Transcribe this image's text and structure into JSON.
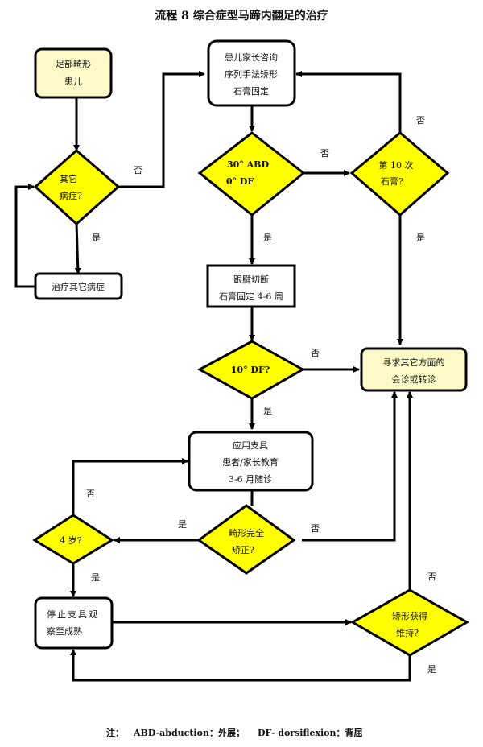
{
  "title": "流程 8  综合症型马蹄内翻足的治疗",
  "nodes": {
    "start": {
      "lines": [
        "足部畸形",
        "患儿"
      ]
    },
    "other_disease_q": {
      "lines": [
        "其它",
        "病症?"
      ]
    },
    "treat_other": {
      "lines": [
        "治疗其它病症"
      ]
    },
    "consult": {
      "lines": [
        "患儿家长咨询",
        "序列手法矫形",
        "石膏固定"
      ]
    },
    "abd_df_q": {
      "lines": [
        "30°  ABD",
        "0°  DF"
      ]
    },
    "tenth_cast_q": {
      "lines": [
        "第 10 次",
        "石膏?"
      ]
    },
    "tenotomy": {
      "lines": [
        "跟腱切断",
        "石膏固定 4-6 周"
      ]
    },
    "df10_q": {
      "lines": [
        "10°  DF?"
      ]
    },
    "referral": {
      "lines": [
        "寻求其它方面的",
        "会诊或转诊"
      ]
    },
    "brace": {
      "lines": [
        "应用支具",
        "患者/家长教育",
        "3-6 月随诊"
      ]
    },
    "corrected_q": {
      "lines": [
        "畸形完全",
        "矫正?"
      ]
    },
    "age4_q": {
      "lines": [
        "4 岁?"
      ]
    },
    "stop_brace": {
      "lines": [
        "停止支具观",
        "察至成熟"
      ]
    },
    "maintained_q": {
      "lines": [
        "矫形获得",
        "维持?"
      ]
    }
  },
  "edge_labels": {
    "other_no": "否",
    "other_yes": "是",
    "abd_no": "否",
    "abd_yes": "是",
    "tenth_no": "否",
    "tenth_yes": "是",
    "df10_no": "否",
    "df10_yes": "是",
    "corrected_no": "否",
    "corrected_yes": "是",
    "age4_no": "否",
    "age4_yes": "是",
    "maintained_no": "否",
    "maintained_yes": "是"
  },
  "footnote": {
    "prefix": "注：",
    "abd": "ABD-abduction：外展；",
    "df": "DF- dorsiflexion：背屈"
  },
  "colors": {
    "decision_fill": "#ffff00",
    "start_fill": "#fdfac8",
    "line": "#000000"
  }
}
